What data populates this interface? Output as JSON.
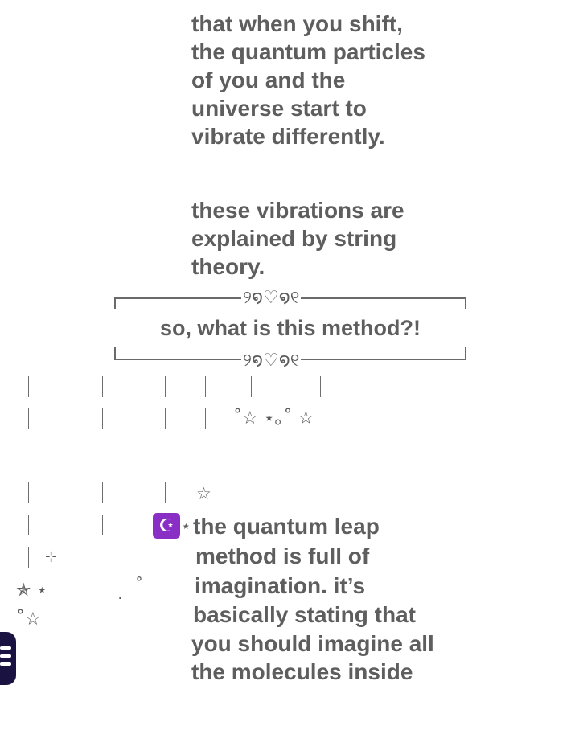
{
  "paragraph_1": {
    "lines": [
      "that when you shift,",
      "the quantum particles",
      "of you and the",
      "universe start to",
      "vibrate differently."
    ]
  },
  "paragraph_2": {
    "lines": [
      "these vibrations are",
      "explained by string",
      "theory."
    ]
  },
  "banner": {
    "ornament": "୨໑♡໑୧",
    "heading": "so, what is this method?!"
  },
  "decor": {
    "stars_row_1": "˚☆ ⋆｡˚ ☆",
    "star_single": "☆",
    "sparkle_small": "⊹",
    "stars_left": "✯ ⋆",
    "dot_small": ".",
    "ring_small": "˚",
    "star_left_2": "˚☆",
    "moon_icon": "☪️",
    "star_after_moon": "⋆"
  },
  "paragraph_3": {
    "lines": [
      "the quantum leap",
      "method is full of",
      "imagination. it’s",
      "basically stating that",
      "you should imagine all",
      "the molecules inside"
    ]
  },
  "colors": {
    "text": "#5e5e5e",
    "moon_badge": "#8a2fc6",
    "menu_button": "#1a1240"
  }
}
